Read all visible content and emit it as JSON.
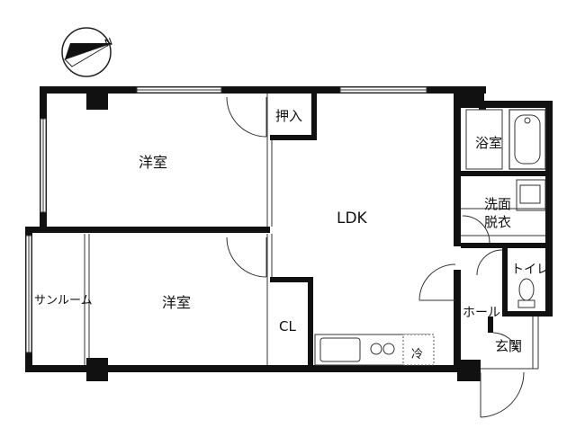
{
  "compass": {
    "label": "N",
    "icon": "north-arrow-icon"
  },
  "rooms": {
    "western_room_1": "洋室",
    "western_room_2": "洋室",
    "closet_oshiire": "押入",
    "ldk": "LDK",
    "bathroom": "浴室",
    "washroom_line1": "洗面",
    "washroom_line2": "脱衣",
    "toilet": "トイレ",
    "sunroom": "サンルーム",
    "closet_cl": "CL",
    "hall": "ホール",
    "entrance": "玄関",
    "fridge": "冷"
  },
  "colors": {
    "wall": "#111111",
    "line": "#333333",
    "background": "#ffffff"
  }
}
